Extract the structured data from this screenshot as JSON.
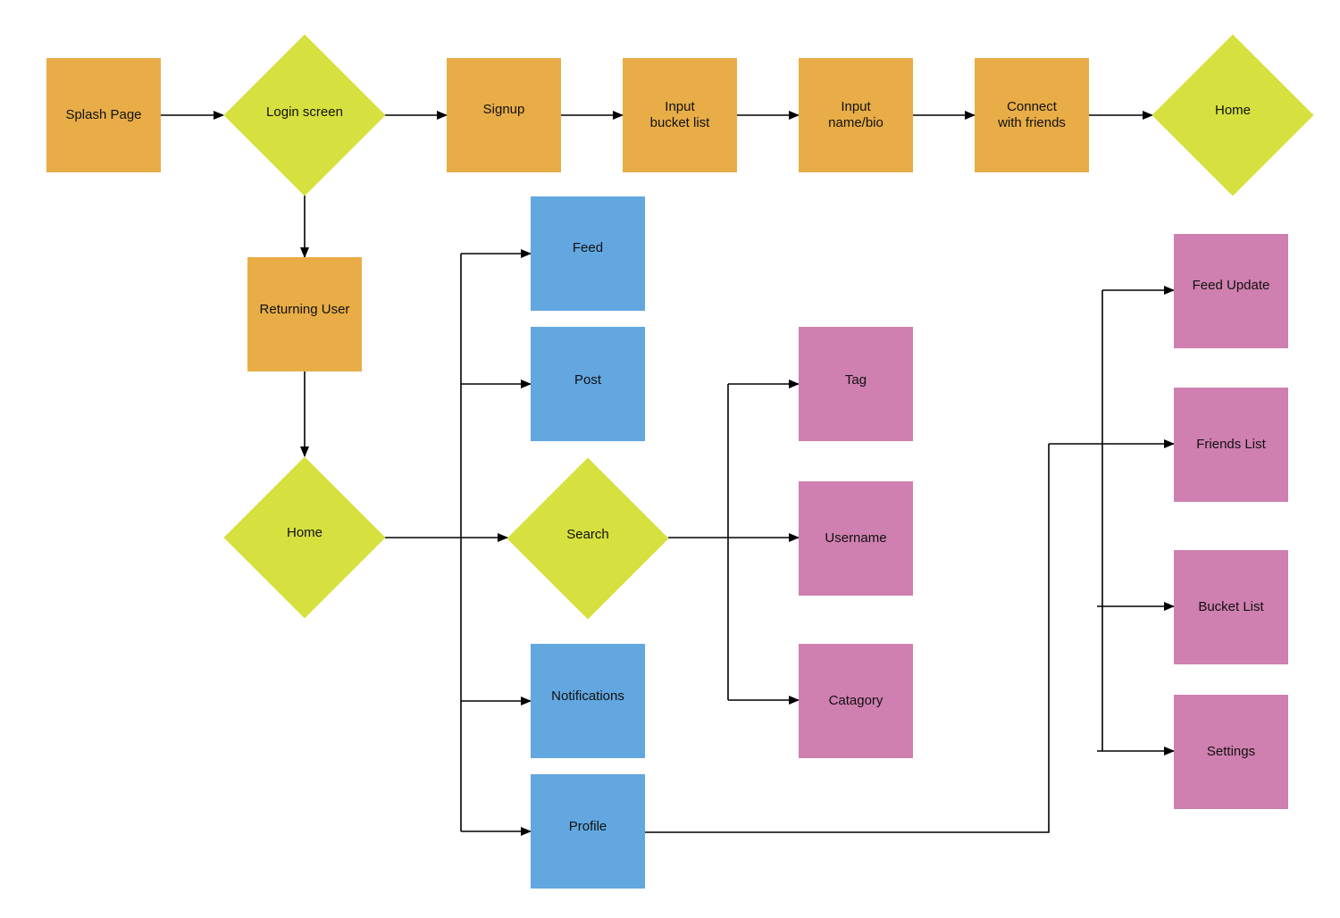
{
  "colors": {
    "orange": "#e8ad47",
    "lime": "#d6e03e",
    "blue": "#62a7e0",
    "pink": "#cf7fb0",
    "line": "#000000"
  },
  "nodes": {
    "splash_page": "Splash Page",
    "login_screen": "Login screen",
    "signup": "Signup",
    "input_bucket_list": "Input\nbucket list",
    "input_name_bio": "Input\nname/bio",
    "connect_with_friends": "Connect\nwith friends",
    "home_top": "Home",
    "returning_user": "Returning User",
    "home_main": "Home",
    "feed": "Feed",
    "post": "Post",
    "search": "Search",
    "notifications": "Notifications",
    "profile": "Profile",
    "tag": "Tag",
    "username": "Username",
    "catagory": "Catagory",
    "feed_update": "Feed Update",
    "friends_list": "Friends List",
    "bucket_list": "Bucket List",
    "settings": "Settings"
  },
  "connections": [
    [
      "Splash Page",
      "Login screen"
    ],
    [
      "Login screen",
      "Signup"
    ],
    [
      "Signup",
      "Input bucket list"
    ],
    [
      "Input bucket list",
      "Input name/bio"
    ],
    [
      "Input name/bio",
      "Connect with friends"
    ],
    [
      "Connect with friends",
      "Home"
    ],
    [
      "Login screen",
      "Returning User"
    ],
    [
      "Returning User",
      "Home"
    ],
    [
      "Home",
      "Feed"
    ],
    [
      "Home",
      "Post"
    ],
    [
      "Home",
      "Search"
    ],
    [
      "Home",
      "Notifications"
    ],
    [
      "Home",
      "Profile"
    ],
    [
      "Search",
      "Tag"
    ],
    [
      "Search",
      "Username"
    ],
    [
      "Search",
      "Catagory"
    ],
    [
      "Profile",
      "Feed Update"
    ],
    [
      "Profile",
      "Friends List"
    ],
    [
      "Profile",
      "Bucket List"
    ],
    [
      "Profile",
      "Settings"
    ]
  ]
}
